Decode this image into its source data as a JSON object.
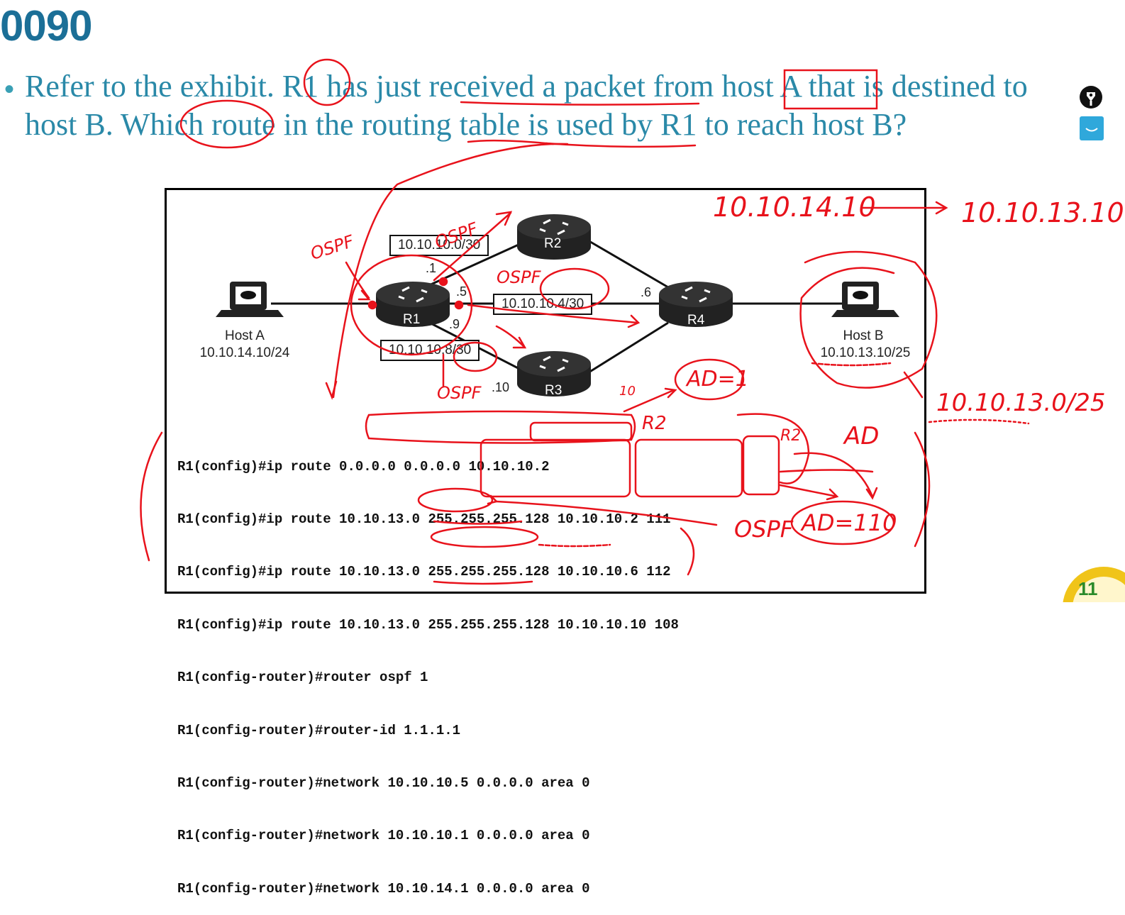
{
  "slide": {
    "number": "0090",
    "question": "Refer to the exhibit. R1 has just received a packet from host A that is destined to host B. Which route in the routing table is used by R1 to reach host B?",
    "page_badge": "11"
  },
  "exhibit": {
    "hosts": [
      {
        "name": "Host A",
        "ip": "10.10.14.10/24"
      },
      {
        "name": "Host B",
        "ip": "10.10.13.10/25"
      }
    ],
    "routers": [
      "R1",
      "R2",
      "R3",
      "R4"
    ],
    "subnets": [
      "10.10.10.0/30",
      "10.10.10.4/30",
      "10.10.10.8/30"
    ],
    "interfaces": [
      ".1",
      ".5",
      ".9",
      ".6",
      ".10"
    ],
    "config_lines": [
      "R1(config)#ip route 0.0.0.0 0.0.0.0 10.10.10.2",
      "R1(config)#ip route 10.10.13.0 255.255.255.128 10.10.10.2 111",
      "R1(config)#ip route 10.10.13.0 255.255.255.128 10.10.10.6 112",
      "R1(config)#ip route 10.10.13.0 255.255.255.128 10.10.10.10 108",
      "R1(config-router)#router ospf 1",
      "R1(config-router)#router-id 1.1.1.1",
      "R1(config-router)#network 10.10.10.5 0.0.0.0 area 0",
      "R1(config-router)#network 10.10.10.1 0.0.0.0 area 0",
      "R1(config-router)#network 10.10.14.1 0.0.0.0 area 0"
    ]
  },
  "annotations": {
    "src_ip": "10.10.14.10",
    "dst_ip": "10.10.13.10",
    "dst_net": "10.10.13.0/25",
    "ospf_1": "OSPF",
    "ospf_2": "OSPF",
    "ospf_3": "OSPF",
    "ospf_4": "OSPF",
    "ospf_5": "OSPF",
    "ad1": "AD=1",
    "ad110": "AD=110",
    "ad": "AD",
    "r2a": "R2",
    "r2b": "R2",
    "ten": "10"
  },
  "colors": {
    "ink": "#e8121b",
    "title": "#1b6f97",
    "question": "#2a89a8"
  }
}
